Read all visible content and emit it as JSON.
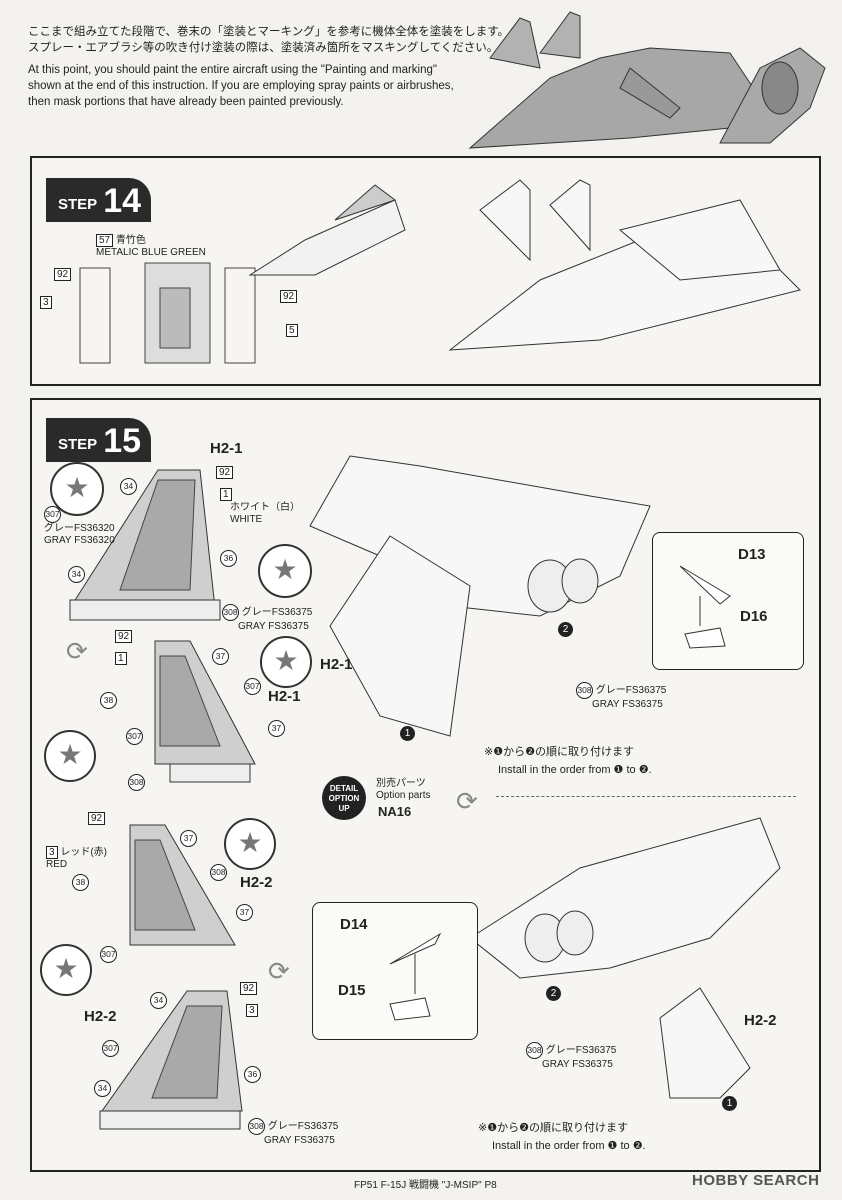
{
  "intro": {
    "jp_line1": "ここまで組み立てた段階で、巻末の「塗装とマーキング」を参考に機体全体を塗装をします。",
    "jp_line2": "スプレー・エアブラシ等の吹き付け塗装の際は、塗装済み箇所をマスキングしてください。",
    "en_line1": "At this point, you should paint the entire aircraft using the \"Painting and marking\"",
    "en_line2": "shown at the end of this instruction. If you are employing spray paints or airbrushes,",
    "en_line3": "then mask portions that have already been painted previously."
  },
  "step14": {
    "word": "STEP",
    "number": "14",
    "paint_num": "57",
    "paint_jp": "青竹色",
    "paint_en": "METALIC BLUE GREEN",
    "callouts": [
      "92",
      "3",
      "92",
      "5"
    ]
  },
  "step15": {
    "word": "STEP",
    "number": "15",
    "h21": "H2-1",
    "h22": "H2-2",
    "codes": {
      "c92": "92",
      "c1": "1",
      "c3": "3",
      "c34": "34",
      "c36": "36",
      "c37": "37",
      "c38": "38",
      "c307": "307",
      "c308": "308"
    },
    "gray320_jp": "グレーFS36320",
    "gray320_en": "GRAY FS36320",
    "white_jp": "ホワイト（白）",
    "white_en": "WHITE",
    "gray375_jp": "グレーFS36375",
    "gray375_en": "GRAY FS36375",
    "red_jp": "レッド(赤)",
    "red_en": "RED",
    "d13": "D13",
    "d16": "D16",
    "d14": "D14",
    "d15": "D15",
    "order_jp": "※❶から❷の順に取り付けます",
    "order_en": "Install in the order from ❶ to ❷.",
    "order_en2": "Install in the order from ❶ to ❷.",
    "n1": "1",
    "n2": "2",
    "detail_badge": [
      "DETAIL",
      "OPTION",
      "UP"
    ],
    "option_jp": "別売パーツ",
    "option_en": "Option parts",
    "option_code": "NA16"
  },
  "footer": {
    "page": "FP51 F-15J 戦闘機 \"J-MSIP\" P8",
    "brand": "HOBBY SEARCH"
  }
}
